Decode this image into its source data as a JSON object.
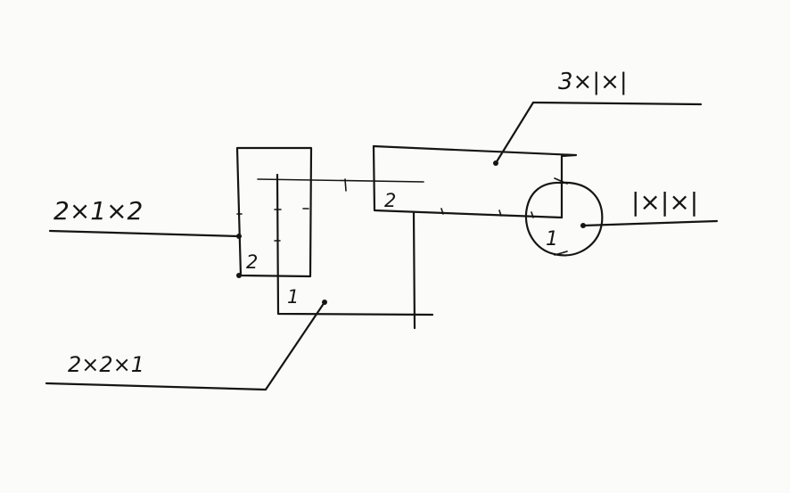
{
  "labels": {
    "label_3x1x1": "3×|×|",
    "label_1x1x1": "|×|×|",
    "label_2x1x2": "2×1×2",
    "label_2x2x1": "2×2×1"
  },
  "block_numbers": {
    "tall_block": "2",
    "top_block": "2",
    "sphere": "1",
    "bottom_block": "1"
  }
}
